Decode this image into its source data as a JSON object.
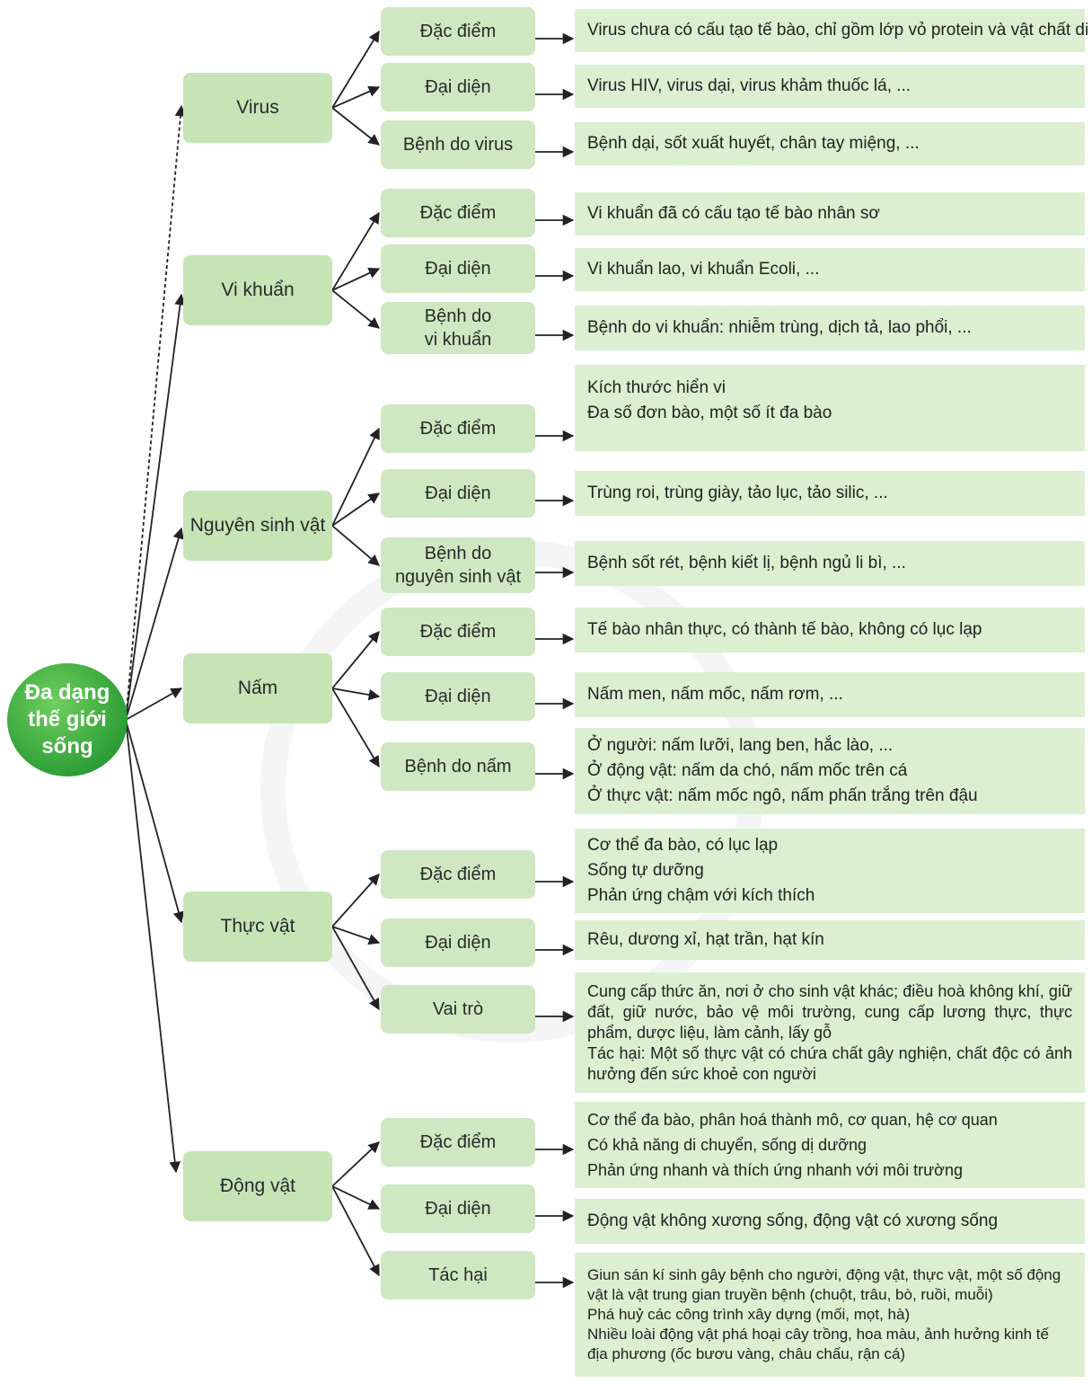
{
  "root": {
    "lines": [
      "Đa dạng",
      "thế giới",
      "sống"
    ]
  },
  "categories": [
    {
      "label": "Virus",
      "subs": [
        {
          "label": "Đặc điểm",
          "desc": [
            "Virus chưa có cấu tạo tế bào, chỉ gồm lớp vỏ protein và vật chất di truyền"
          ]
        },
        {
          "label": "Đại diện",
          "desc": [
            "Virus HIV, virus dại, virus khảm thuốc lá, ..."
          ]
        },
        {
          "label": "Bệnh do virus",
          "desc": [
            "Bệnh dại, sốt xuất huyết, chân tay miệng, ..."
          ]
        }
      ]
    },
    {
      "label": "Vi khuẩn",
      "subs": [
        {
          "label": "Đặc điểm",
          "desc": [
            "Vi khuẩn đã có cấu tạo tế bào nhân sơ"
          ]
        },
        {
          "label": "Đại diện",
          "desc": [
            "Vi khuẩn lao, vi khuẩn Ecoli, ..."
          ]
        },
        {
          "label": "Bệnh do vi khuẩn",
          "desc": [
            "Bệnh do vi khuẩn: nhiễm trùng, dịch tả, lao phổi, ..."
          ]
        }
      ]
    },
    {
      "label": "Nguyên sinh vật",
      "subs": [
        {
          "label": "Đặc điểm",
          "desc": [
            "Kích thước hiển vi",
            "Đa số đơn bào, một số ít đa bào"
          ]
        },
        {
          "label": "Đại diện",
          "desc": [
            "Trùng roi, trùng giày, tảo lục, tảo silic, ..."
          ]
        },
        {
          "label": "Bệnh do nguyên sinh vật",
          "desc": [
            "Bệnh sốt rét, bệnh kiết lị, bệnh ngủ li bì, ..."
          ]
        }
      ]
    },
    {
      "label": "Nấm",
      "subs": [
        {
          "label": "Đặc điểm",
          "desc": [
            "Tế bào nhân thực, có thành tế bào, không có lục lạp"
          ]
        },
        {
          "label": "Đại diện",
          "desc": [
            "Nấm men, nấm mốc, nấm rơm, ..."
          ]
        },
        {
          "label": "Bệnh do nấm",
          "desc": [
            "Ở người: nấm lưỡi, lang ben, hắc lào, ...",
            "Ở động vật: nấm da chó, nấm mốc trên cá",
            "Ở thực vật: nấm mốc ngô, nấm phấn trắng trên đậu"
          ]
        }
      ]
    },
    {
      "label": "Thực vật",
      "subs": [
        {
          "label": "Đặc điểm",
          "desc": [
            "Cơ thể đa bào, có lục lạp",
            "Sống tự dưỡng",
            "Phản ứng chậm với kích thích"
          ]
        },
        {
          "label": "Đại diện",
          "desc": [
            "Rêu, dương xỉ, hạt trần, hạt kín"
          ]
        },
        {
          "label": "Vai trò",
          "desc": [
            "Cung cấp thức ăn, nơi ở cho sinh vật khác; điều hoà không khí, giữ đất, giữ nước, bảo vệ môi trường, cung cấp lương thực, thực phẩm, dược liệu, làm cảnh, lấy gỗ",
            "Tác hại: Một số thực vật có chứa chất gây nghiện, chất độc có ảnh hưởng đến sức khoẻ con người"
          ]
        }
      ]
    },
    {
      "label": "Động vật",
      "subs": [
        {
          "label": "Đặc điểm",
          "desc": [
            "Cơ thể đa bào, phân hoá thành mô, cơ quan, hệ cơ quan",
            "Có khả năng di chuyển, sống dị dưỡng",
            "Phản ứng nhanh và thích ứng nhanh với môi trường"
          ]
        },
        {
          "label": "Đại diện",
          "desc": [
            "Động vật không xương sống, động vật có xương sống"
          ]
        },
        {
          "label": "Tác hại",
          "desc": [
            "Giun sán kí sinh gây bệnh cho người, động vật, thực vật, một số động vật là vật trung gian truyền bệnh (chuột, trâu, bò, ruồi, muỗi)",
            "Phá huỷ các công trình xây dựng (mối, mọt, hà)",
            "Nhiều loài động vật phá hoại cây trồng, hoa màu, ảnh hưởng kinh tế địa phương (ốc bươu vàng, châu chấu, rận cá)"
          ]
        }
      ]
    }
  ],
  "colors": {
    "root": "#2e9f37",
    "category": "#c6e4b6",
    "sub": "#cfe8c1",
    "desc": "#dcefd1",
    "arrow": "#222222"
  }
}
